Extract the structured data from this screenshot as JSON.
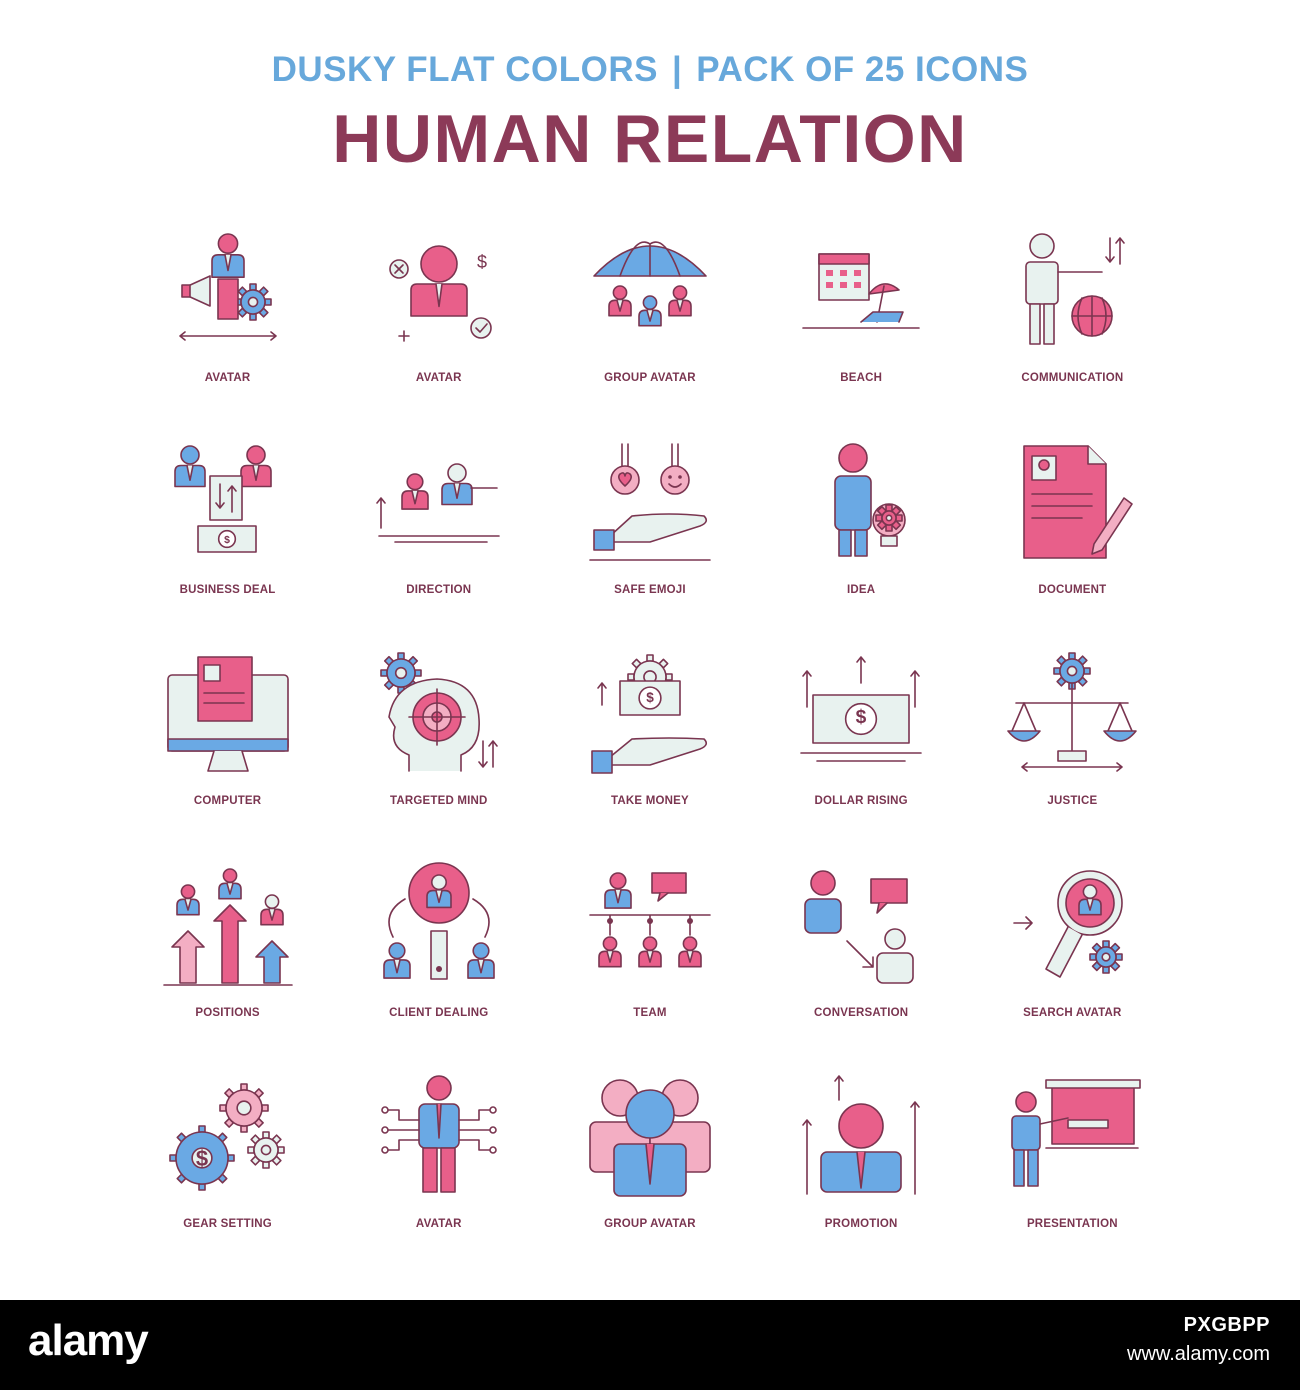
{
  "header": {
    "subtitle_left": "DUSKY FLAT COLORS",
    "separator": "|",
    "subtitle_right": "PACK OF 25 ICONS",
    "title": "HUMAN RELATION"
  },
  "colors": {
    "title": "#8c3a58",
    "subtitle": "#67a8db",
    "label": "#7a3550",
    "outline": "#7a3550",
    "pink": "#e85f8a",
    "blue": "#6aa9e4",
    "light_pink": "#f3aec3",
    "pale": "#e8f2ef"
  },
  "icons": [
    {
      "label": "AVATAR",
      "icon": "avatar-megaphone-icon"
    },
    {
      "label": "AVATAR",
      "icon": "avatar-money-icon"
    },
    {
      "label": "GROUP AVATAR",
      "icon": "group-umbrella-icon"
    },
    {
      "label": "BEACH",
      "icon": "beach-icon"
    },
    {
      "label": "COMMUNICATION",
      "icon": "communication-icon"
    },
    {
      "label": "BUSINESS DEAL",
      "icon": "business-deal-icon"
    },
    {
      "label": "DIRECTION",
      "icon": "direction-icon"
    },
    {
      "label": "SAFE EMOJI",
      "icon": "safe-emoji-icon"
    },
    {
      "label": "IDEA",
      "icon": "idea-icon"
    },
    {
      "label": "DOCUMENT",
      "icon": "document-icon"
    },
    {
      "label": "COMPUTER",
      "icon": "computer-icon"
    },
    {
      "label": "TARGETED MIND",
      "icon": "targeted-mind-icon"
    },
    {
      "label": "TAKE MONEY",
      "icon": "take-money-icon"
    },
    {
      "label": "DOLLAR RISING",
      "icon": "dollar-rising-icon"
    },
    {
      "label": "JUSTICE",
      "icon": "justice-icon"
    },
    {
      "label": "POSITIONS",
      "icon": "positions-icon"
    },
    {
      "label": "CLIENT DEALING",
      "icon": "client-dealing-icon"
    },
    {
      "label": "TEAM",
      "icon": "team-icon"
    },
    {
      "label": "CONVERSATION",
      "icon": "conversation-icon"
    },
    {
      "label": "SEARCH AVATAR",
      "icon": "search-avatar-icon"
    },
    {
      "label": "GEAR SETTING",
      "icon": "gear-setting-icon"
    },
    {
      "label": "AVATAR",
      "icon": "avatar-network-icon"
    },
    {
      "label": "GROUP AVATAR",
      "icon": "group-avatar-icon"
    },
    {
      "label": "PROMOTION",
      "icon": "promotion-icon"
    },
    {
      "label": "PRESENTATION",
      "icon": "presentation-icon"
    }
  ],
  "footer": {
    "logo": "alamy",
    "image_id": "PXGBPP",
    "url": "www.alamy.com"
  }
}
